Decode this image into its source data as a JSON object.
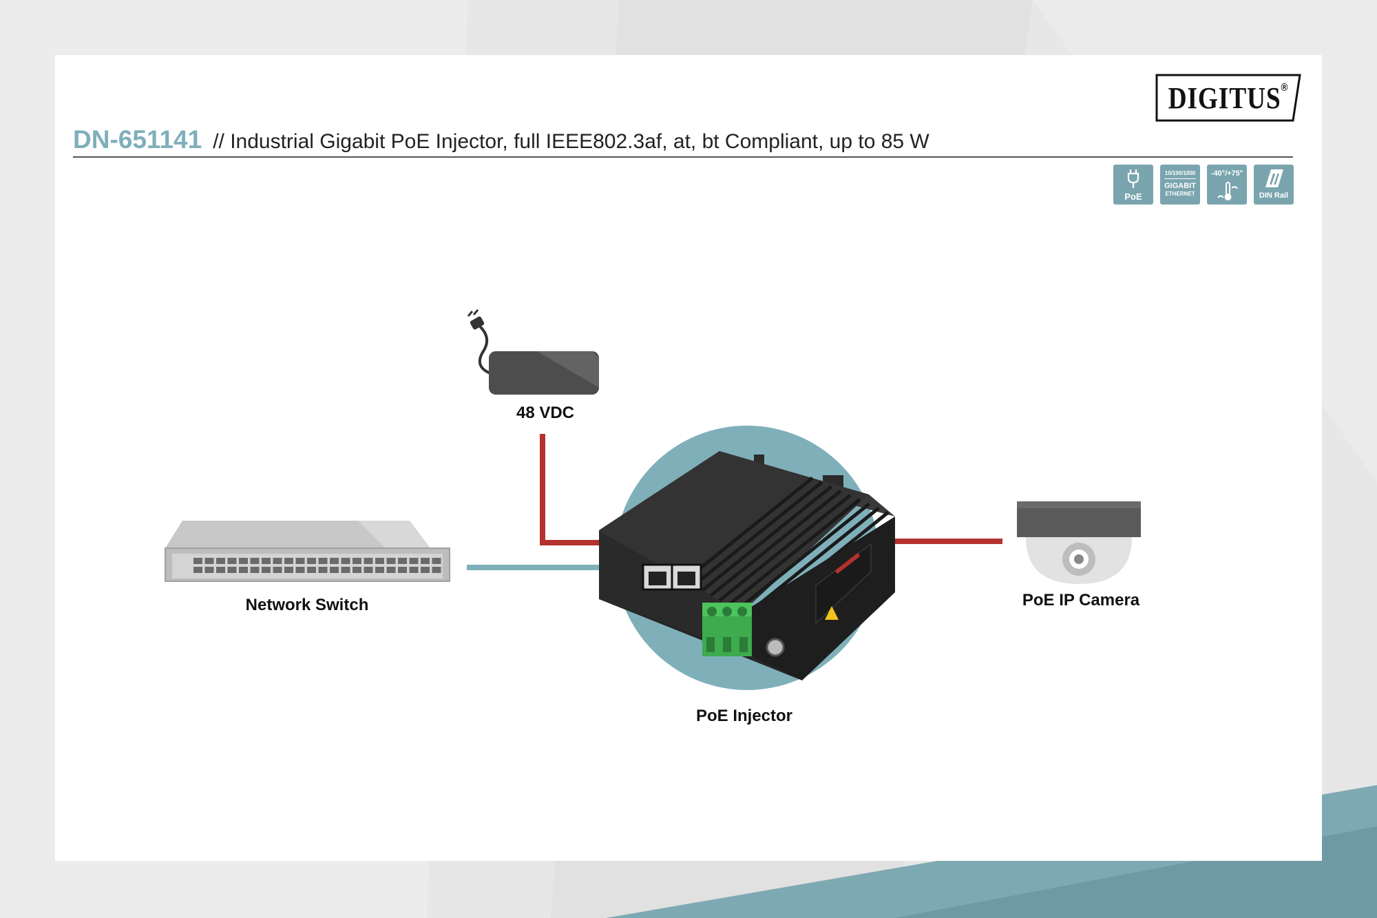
{
  "brand": {
    "logo_text": "DIGITUS",
    "registered": "®"
  },
  "header": {
    "model": "DN-651141",
    "title": "// Industrial Gigabit PoE Injector, full IEEE802.3af, at, bt Compliant, up to 85 W"
  },
  "badges": [
    {
      "name": "poe-badge",
      "icon": "plug-icon",
      "lines": [
        "PoE"
      ]
    },
    {
      "name": "gigabit-badge",
      "icon": "ethernet-icon",
      "lines": [
        "10/100/1000",
        "GIGABIT",
        "ETHERNET"
      ]
    },
    {
      "name": "temperature-badge",
      "icon": "thermometer-icon",
      "lines": [
        "-40°/+75°"
      ]
    },
    {
      "name": "din-rail-badge",
      "icon": "din-rail-icon",
      "lines": [
        "DIN Rail"
      ]
    }
  ],
  "diagram": {
    "nodes": {
      "power": {
        "label": "48 VDC"
      },
      "switch": {
        "label": "Network Switch"
      },
      "injector": {
        "label": "PoE Injector"
      },
      "camera": {
        "label": "PoE IP Camera"
      }
    },
    "colors": {
      "power_line": "#b3322e",
      "data_line": "#7fb0ba",
      "accent_circle": "#7fb0ba",
      "device_body": "#2b2b2b",
      "terminal": "#3dab4e"
    }
  }
}
